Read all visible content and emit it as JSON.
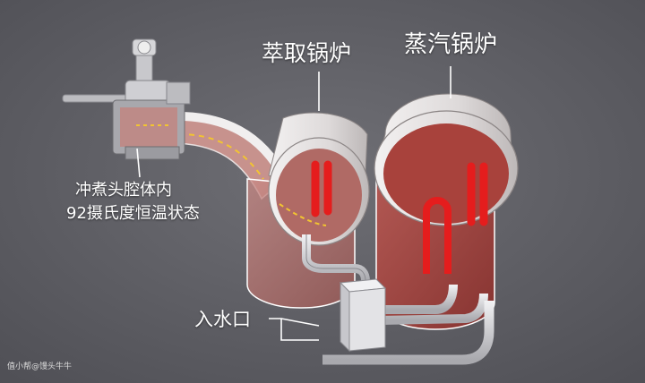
{
  "labels": {
    "extraction_boiler": "萃取锅炉",
    "steam_boiler": "蒸汽锅炉",
    "brew_head_line1": "冲煮头腔体内",
    "brew_head_line2": "92摄氏度恒温状态",
    "water_inlet": "入水口"
  },
  "watermark": "值小帮@馒头牛牛",
  "colors": {
    "background": "#5d5d63",
    "boiler_shell": "#e7e4e4",
    "boiler_interior": "#a84841",
    "heating_element": "#e51d1d",
    "pipe": "#cfcfd2"
  }
}
